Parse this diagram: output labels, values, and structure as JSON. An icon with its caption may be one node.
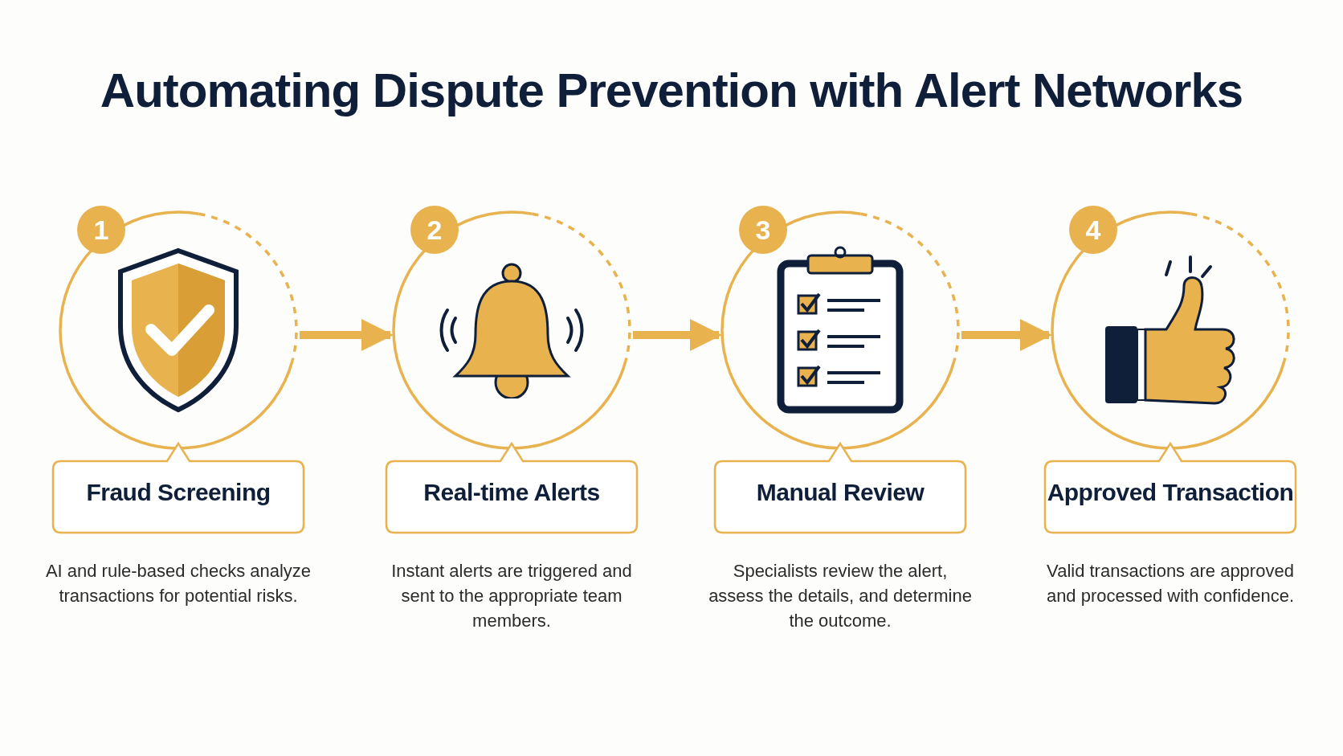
{
  "diagram": {
    "title": "Automating Dispute Prevention with Alert Networks",
    "nodes": [
      {
        "text": [
          "1"
        ]
      },
      {
        "text": [
          "Fraud Screening"
        ],
        "beside": [
          "AI and rule-based checks analyze transactions for potential risks."
        ]
      },
      {
        "text": [
          "2"
        ]
      },
      {
        "text": [
          "Real-time Alerts"
        ],
        "beside": [
          "Instant alerts are triggered and sent to the appropriate team members."
        ]
      },
      {
        "text": [
          "3"
        ]
      },
      {
        "text": [
          "Manual Review"
        ],
        "beside": [
          "Specialists review the alert, assess the details, and determine the outcome."
        ]
      },
      {
        "text": [
          "4"
        ]
      },
      {
        "text": [
          "Approved Transaction"
        ],
        "beside": [
          "Valid transactions are approved and processed with confidence."
        ]
      }
    ],
    "edges": [
      {
        "from": 0,
        "to": 2,
        "arrow": "to"
      },
      {
        "from": 2,
        "to": 4,
        "arrow": "to"
      },
      {
        "from": 4,
        "to": 6,
        "arrow": "to"
      }
    ]
  }
}
